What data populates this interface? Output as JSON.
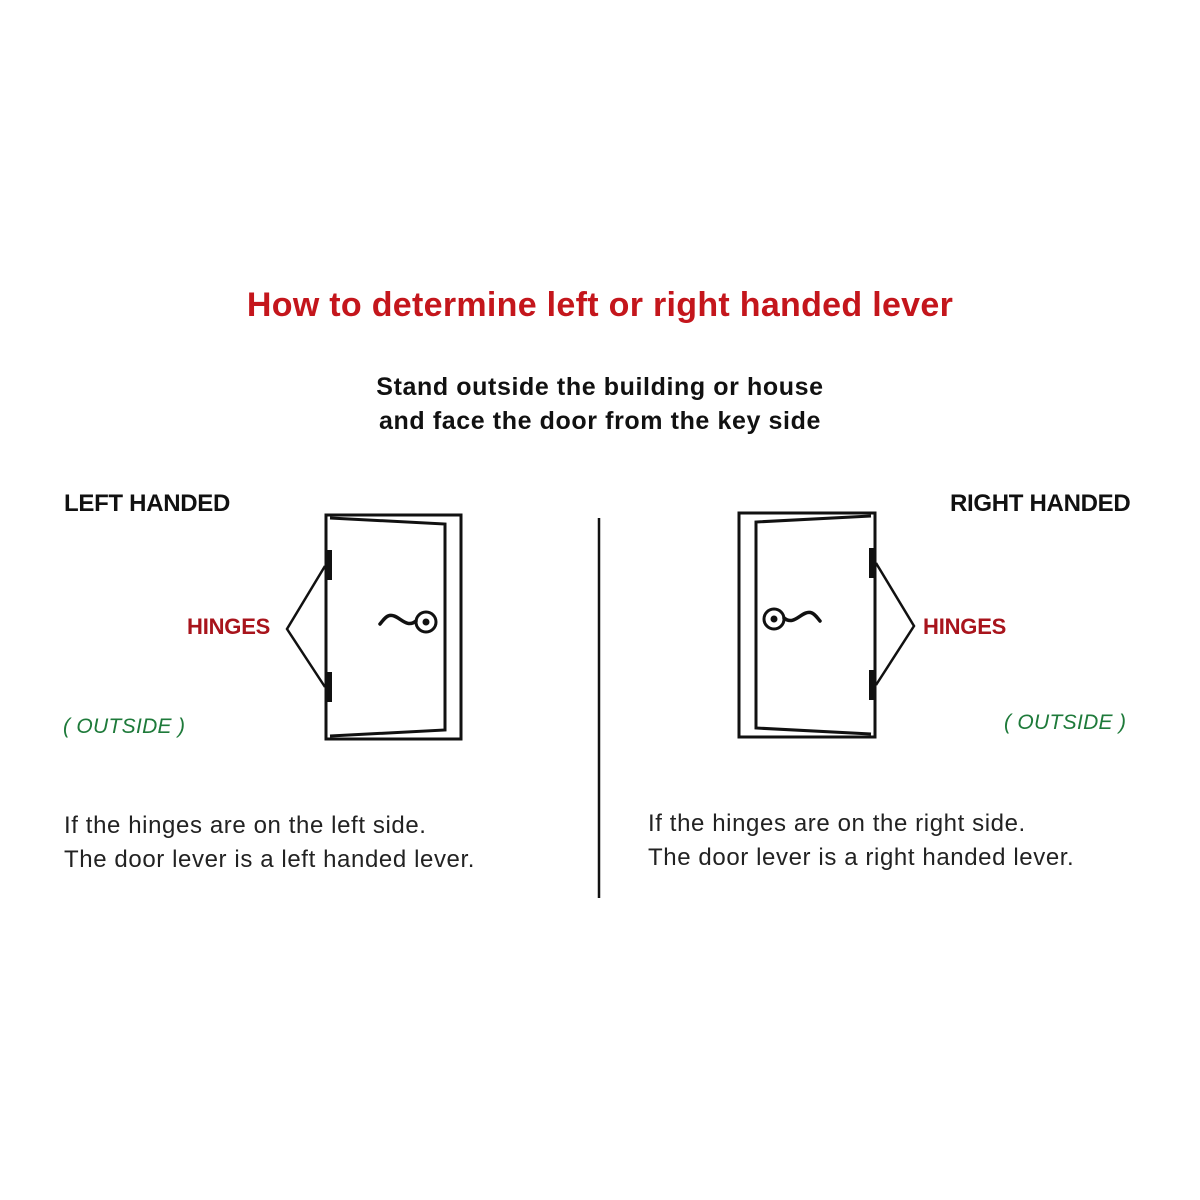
{
  "title": "How to determine left or right handed lever",
  "subtitle": {
    "line1": "Stand outside the building or house",
    "line2": "and face the door from the key side"
  },
  "left": {
    "heading": "LEFT HANDED",
    "hinges_label": "HINGES",
    "outside_label": "( OUTSIDE )",
    "description_line1": "If the hinges are on the left side.",
    "description_line2": "The door lever is a left handed lever."
  },
  "right": {
    "heading": "RIGHT HANDED",
    "hinges_label": "HINGES",
    "outside_label": "( OUTSIDE )",
    "description_line1": "If the hinges are on the right side.",
    "description_line2": "The door lever is a right handed lever."
  },
  "colors": {
    "title": "#c4161c",
    "hinges": "#a8141c",
    "outside": "#1e7a3a",
    "line": "#111111"
  },
  "icons": {
    "door_left": "door-icon",
    "door_right": "door-icon",
    "lever_left": "lever-handle-icon",
    "lever_right": "lever-handle-icon"
  }
}
